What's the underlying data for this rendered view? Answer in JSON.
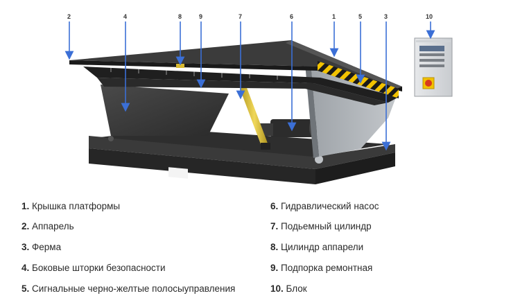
{
  "callouts": {
    "c1": "1",
    "c2": "2",
    "c3": "3",
    "c4": "4",
    "c5": "5",
    "c6": "6",
    "c7": "7",
    "c8": "8",
    "c9": "9",
    "c10": "10"
  },
  "legend": {
    "left": [
      {
        "num": "1.",
        "text": "Крышка платформы"
      },
      {
        "num": "2.",
        "text": "Аппарель"
      },
      {
        "num": "3.",
        "text": "Ферма"
      },
      {
        "num": "4.",
        "text": "Боковые шторки безопасности"
      },
      {
        "num": "5.",
        "text": "Сигнальные черно-желтые полосыуправления"
      }
    ],
    "right": [
      {
        "num": "6.",
        "text": "Гидравлический насос"
      },
      {
        "num": "7.",
        "text": "Подьемный цилиндр"
      },
      {
        "num": "8.",
        "text": "Цилиндр аппарели"
      },
      {
        "num": "9.",
        "text": "Подпорка ремонтная"
      },
      {
        "num": "10.",
        "text": "Блок"
      }
    ]
  },
  "colors": {
    "arrow": "#3b6fd6",
    "steel_dark": "#2b2b2b",
    "warning_yellow": "#f2c200",
    "cylinder_yellow": "#e0c23a",
    "control_red": "#d83a1e"
  }
}
